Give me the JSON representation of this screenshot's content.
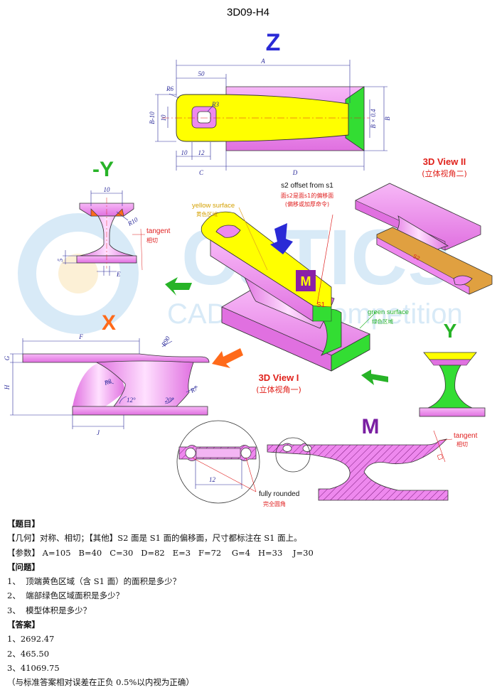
{
  "title": "3D09-H4",
  "views": {
    "z": "Z",
    "neg_y": "-Y",
    "x": "X",
    "y": "Y",
    "m": "M",
    "view1_en": "3D View I",
    "view1_cn": "(立体视角一)",
    "view2_en": "3D View II",
    "view2_cn": "(立体视角二)"
  },
  "dims": {
    "d50": "50",
    "A": "A",
    "R6": "R6",
    "B10": "B-10",
    "d10a": "10",
    "R3": "R3",
    "B04": "B × 0.4",
    "B": "B",
    "d10b": "10",
    "d12a": "12",
    "C": "C",
    "D": "D",
    "d10c": "10",
    "R10": "R10",
    "d5": "5",
    "E": "E",
    "F": "F",
    "R90": "R90",
    "G": "G",
    "H": "H",
    "R8": "R8",
    "R7": "R7",
    "a12": "12°",
    "a20": "20°",
    "J": "J",
    "d12b": "12",
    "s2badge": "S2",
    "Mbadge": "M",
    "S1": "S1"
  },
  "annotations": {
    "tangent_en": "tangent",
    "tangent_cn": "相切",
    "yellow_en": "yellow surface",
    "yellow_cn": "黄色区域",
    "s2_en": "s2 offset from s1",
    "s2_cn1": "面s2是面s1的偏移面",
    "s2_cn2": "(偏移或加厚命令)",
    "green_en": "green surface",
    "green_cn": "绿色区域",
    "tangent2_en": "tangent",
    "tangent2_cn": "相切",
    "rounded_en": "fully rounded",
    "rounded_cn": "完全圆角"
  },
  "colors": {
    "magenta": "#ee88ee",
    "yellow": "#ffff00",
    "green": "#33dd33",
    "orange": "#ff6a1a",
    "blue": "#2a2ad6",
    "purple": "#7a1fa2",
    "red": "#e0201a",
    "dim": "#2a2a9a"
  },
  "text": {
    "h_topic": "【题目】",
    "geometry": "【几何】对称、相切；【其他】S2 面是 S1 面的偏移面，尺寸都标注在 S1 面上。",
    "params": "【参数】 A=105   B=40   C=30   D=82   E=3   F=72    G=4   H=33    J=30",
    "h_questions": "【问题】",
    "q1": "1、  顶端黄色区域（含 S1 面）的面积是多少？",
    "q2": "2、  端部绿色区域面积是多少？",
    "q3": "3、  模型体积是多少？",
    "h_answers": "【答案】",
    "a1": "1、2692.47",
    "a2": "2、465.50",
    "a3": "3、41069.75",
    "note": "（与标准答案相对误差在正负 0.5%以内视为正确）"
  }
}
